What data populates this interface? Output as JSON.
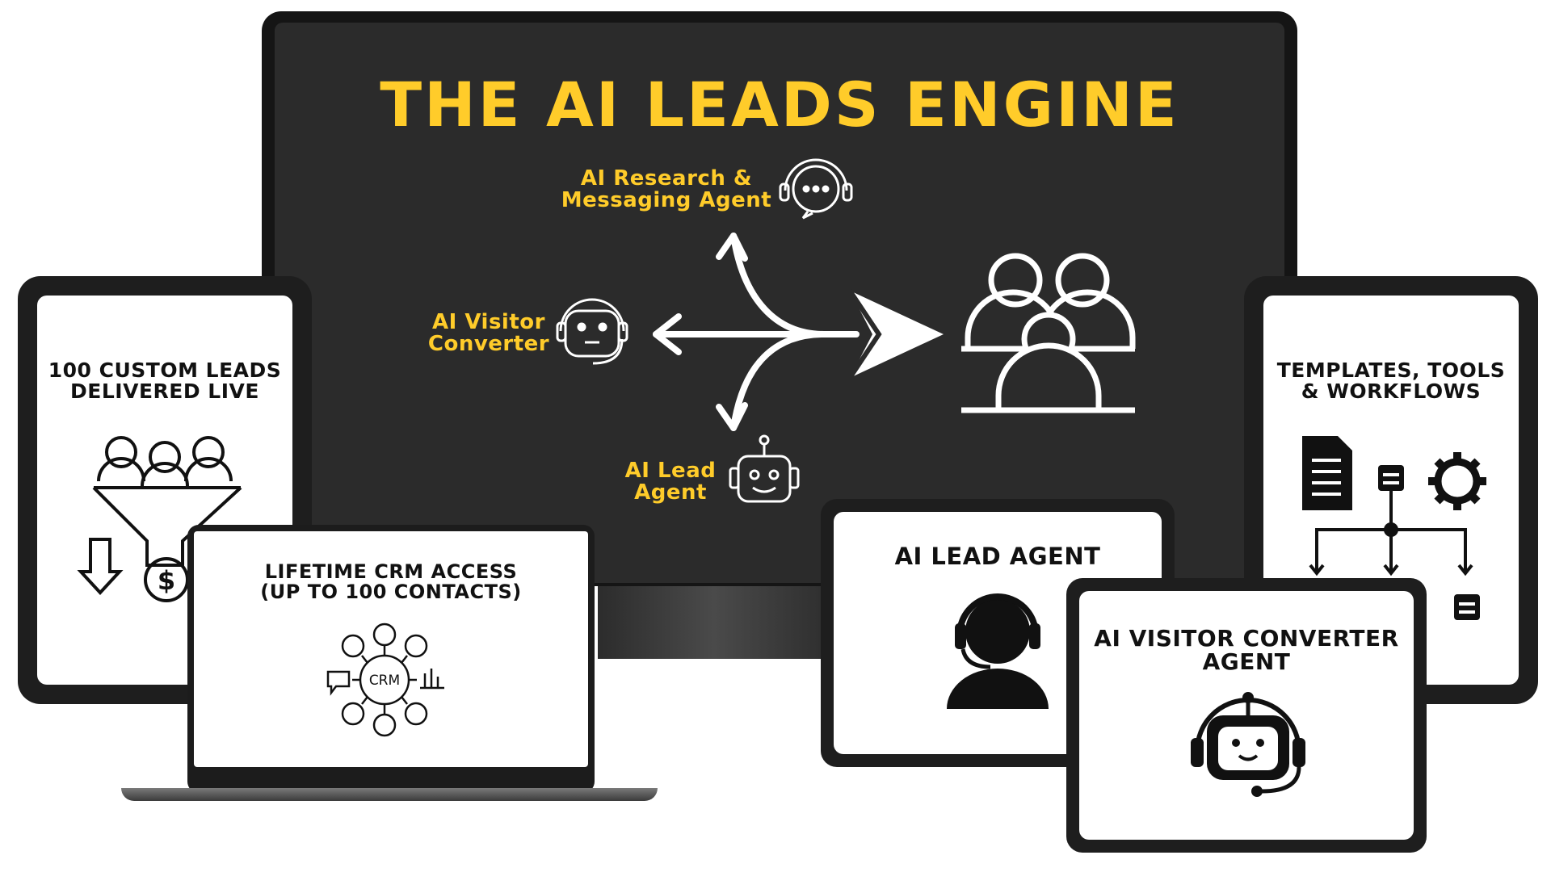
{
  "monitor": {
    "title": "THE AI LEADS ENGINE",
    "agent_research_line1": "AI Research &",
    "agent_research_line2": "Messaging Agent",
    "agent_visitor_line1": "AI Visitor",
    "agent_visitor_line2": "Converter",
    "agent_lead_line1": "AI Lead",
    "agent_lead_line2": "Agent"
  },
  "left_tablet": {
    "title_line1": "100 CUSTOM LEADS",
    "title_line2": "DELIVERED LIVE"
  },
  "right_tablet": {
    "title_line1": "TEMPLATES, TOOLS",
    "title_line2": "& WORKFLOWS"
  },
  "laptop": {
    "title_line1": "LIFETIME CRM ACCESS",
    "title_line2": "(UP TO 100 CONTACTS)",
    "crm_label": "CRM"
  },
  "lead_tablet": {
    "title": "AI LEAD AGENT"
  },
  "visitor_tablet": {
    "title_line1": "AI VISITOR CONVERTER",
    "title_line2": "AGENT"
  },
  "colors": {
    "accent": "#ffcc2a",
    "screen_dark": "#2b2b2b",
    "frame": "#1e1e1e"
  }
}
